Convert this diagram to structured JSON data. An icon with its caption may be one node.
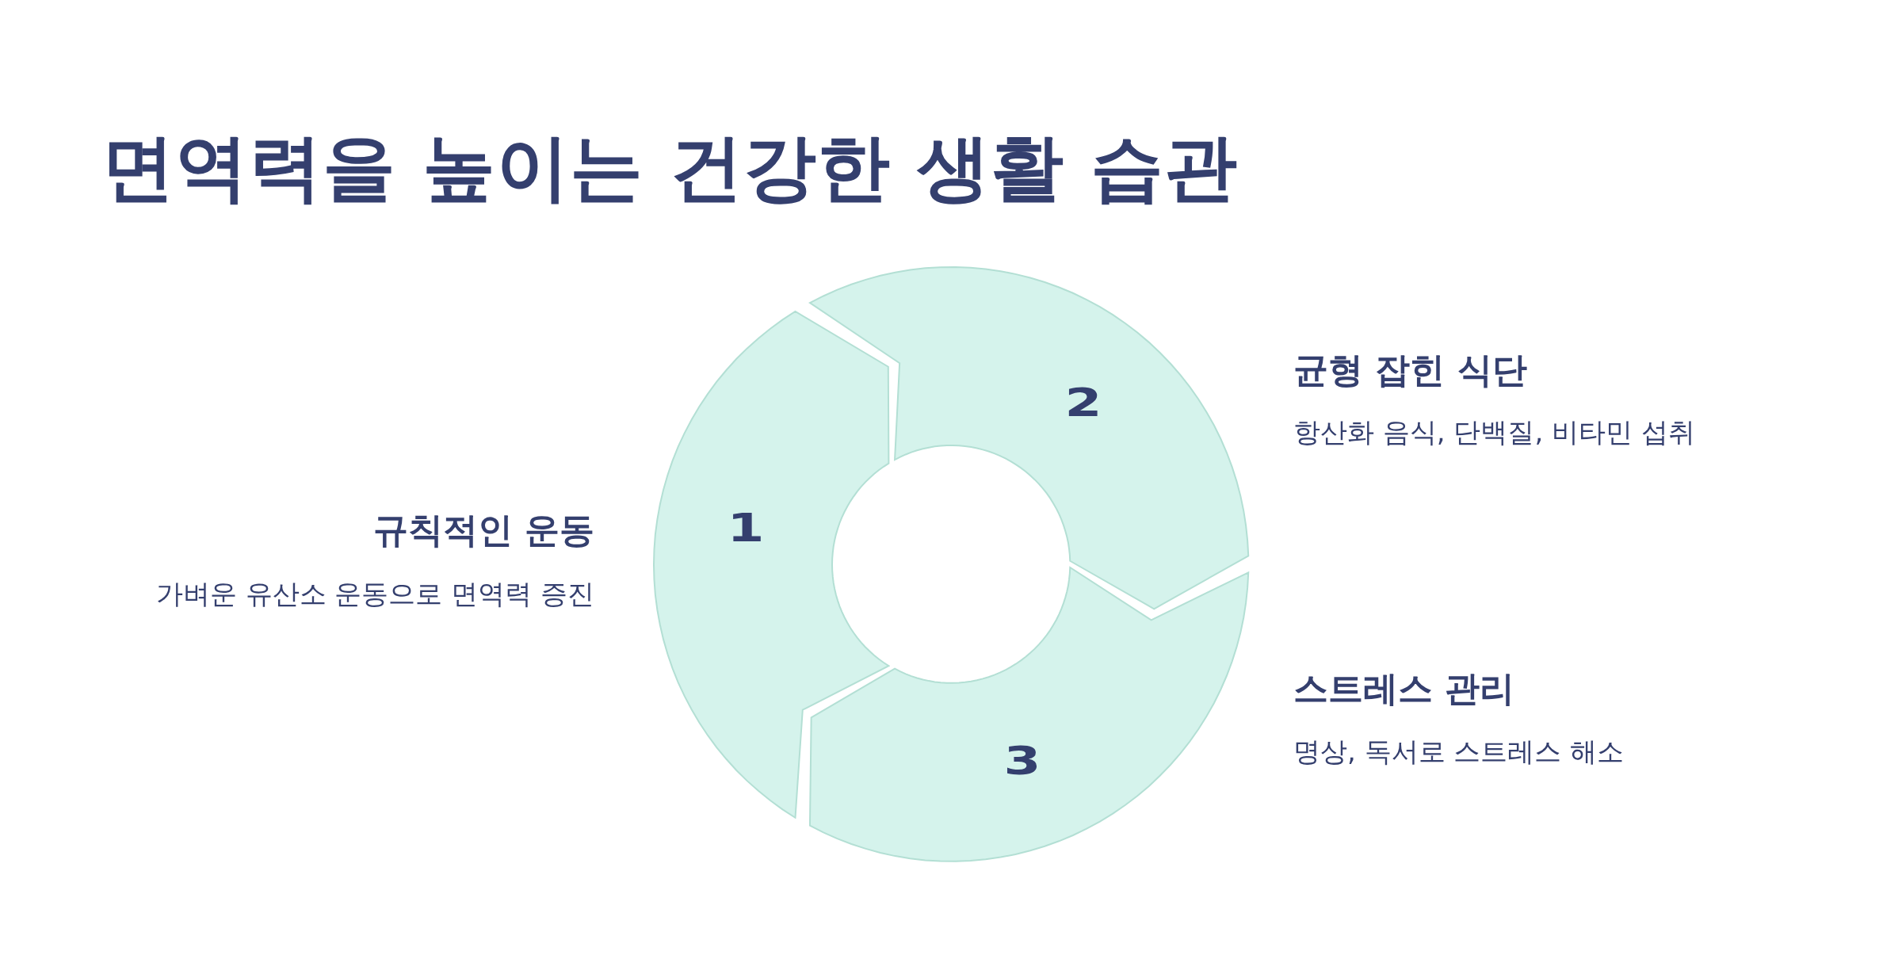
{
  "diagram": {
    "title": "면역력을 높이는 건강한 생활 습관",
    "nodes": [
      {
        "text": [
          "1"
        ],
        "beside": [
          "규칙적인 운동",
          "가벼운 유산소 운동으로 면역력 증진"
        ]
      },
      {
        "text": [
          "2"
        ],
        "beside": [
          "균형 잡힌 식단",
          "항산화 음식, 단백질, 비타민 섭취"
        ]
      },
      {
        "text": [
          "3"
        ],
        "beside": [
          "스트레스 관리",
          "명상, 독서로 스트레스 해소"
        ]
      }
    ]
  }
}
